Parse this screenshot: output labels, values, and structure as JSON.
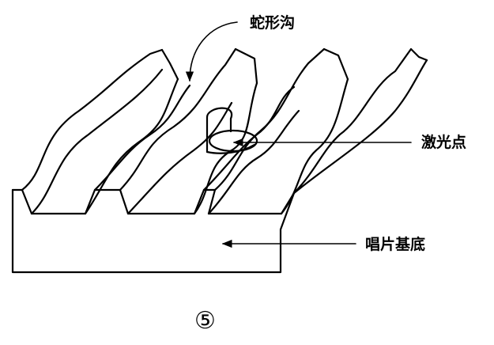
{
  "labels": {
    "groove": "蛇形沟",
    "laser": "激光点",
    "substrate": "唱片基底"
  },
  "figure_number": "⑤"
}
